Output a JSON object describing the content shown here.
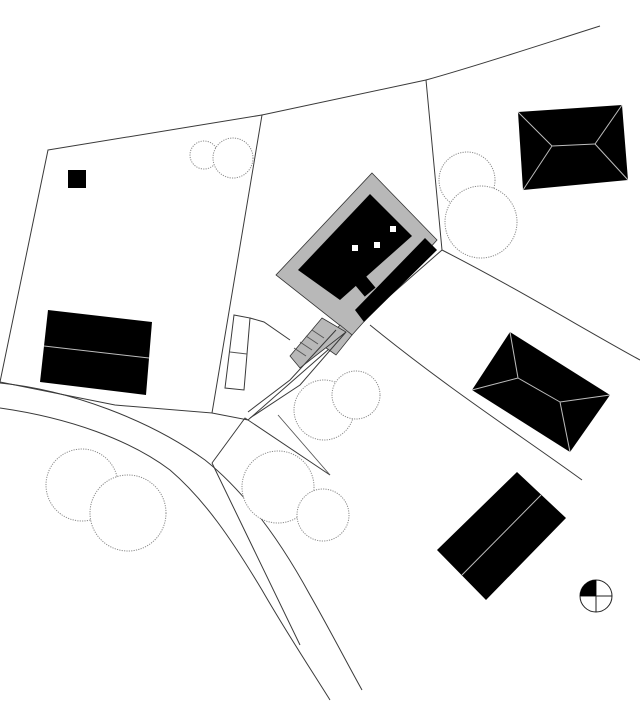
{
  "plan": {
    "roads": [
      "road-main",
      "road-secondary"
    ],
    "parcels": [
      "parcel-west",
      "parcel-center",
      "parcel-east-upper",
      "parcel-southeast",
      "parcel-south"
    ],
    "buildings": [
      {
        "name": "shed",
        "roof": "flat"
      },
      {
        "name": "building-west",
        "roof": "gable"
      },
      {
        "name": "main-house",
        "roof": "flat"
      },
      {
        "name": "building-northeast",
        "roof": "hip"
      },
      {
        "name": "building-east",
        "roof": "hip"
      },
      {
        "name": "building-southeast",
        "roof": "gable"
      }
    ],
    "trees": [
      "tree-group-1",
      "tree-group-2",
      "tree-group-3",
      "tree-group-4",
      "tree-group-5"
    ],
    "north_arrow": "north-arrow-icon",
    "colors": {
      "roof": "#000000",
      "terrace_hatch": "#b8b8b8",
      "lines": "#3a3a3a",
      "background": "#ffffff"
    }
  }
}
